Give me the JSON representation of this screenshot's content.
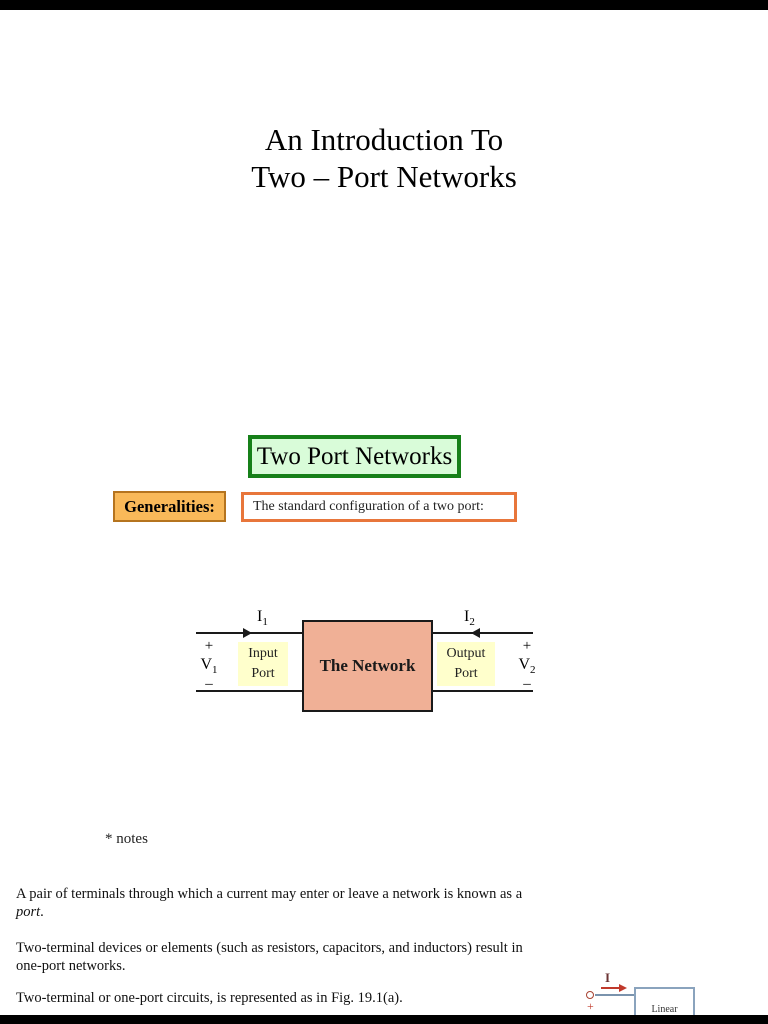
{
  "title": {
    "line1": "An Introduction To",
    "line2": "Two – Port Networks"
  },
  "banner": {
    "label": "Two Port Networks"
  },
  "generalities": {
    "label": "Generalities:"
  },
  "config_note": {
    "label": "The standard configuration of a two port:"
  },
  "diagram": {
    "network_label": "The Network",
    "input_port": {
      "line1": "Input",
      "line2": "Port"
    },
    "output_port": {
      "line1": "Output",
      "line2": "Port"
    },
    "current_in": {
      "base": "I",
      "sub": "1"
    },
    "current_out": {
      "base": "I",
      "sub": "2"
    },
    "voltage_in": {
      "plus": "+",
      "base": "V",
      "sub": "1",
      "minus": "–"
    },
    "voltage_out": {
      "plus": "+",
      "base": "V",
      "sub": "2",
      "minus": "–"
    }
  },
  "notes": {
    "label": "* notes"
  },
  "body_text": {
    "p1_line1": "A pair of terminals through which a current may enter or leave a network is known as a",
    "p1_italic": "port",
    "p1_tail": ".",
    "p2_line1": "Two-terminal devices or elements (such as resistors, capacitors, and inductors) result in",
    "p2_line2": "one-port networks.",
    "p3_line1": "Two-terminal or one-port circuits, is represented as in Fig. 19.1(a)."
  },
  "figure": {
    "current_label": "I",
    "plus_label": "+",
    "box_label": "Linear"
  },
  "colors": {
    "letterbox": "#000000",
    "banner_fill": "#d9fcd9",
    "banner_border": "#168019",
    "generalities_fill": "#f9b959",
    "generalities_border": "#b5741f",
    "config_border": "#e8763b",
    "network_fill": "#f0b096",
    "network_border": "#1a1a1a",
    "port_fill": "#ffffcc",
    "wire": "#1a1a1a",
    "fig_wire": "#7a93ad",
    "fig_box_border": "#8aa3bd",
    "fig_accent": "#c0392b",
    "fig_label": "#6b3434"
  }
}
